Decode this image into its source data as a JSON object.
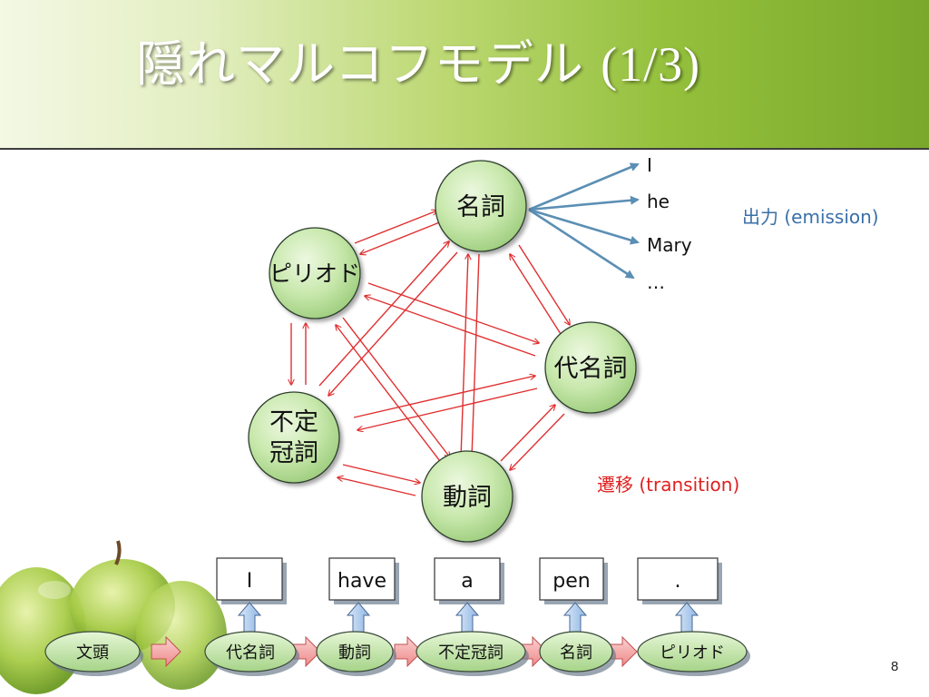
{
  "slide": {
    "title": "隠れマルコフモデル",
    "title_num": "(1/3)",
    "page_number": "8"
  },
  "colors": {
    "transition_arrow": "#e03030",
    "emission_arrow": "#5b8fb4",
    "emission_label": "#3a6fa8",
    "transition_label": "#e02020",
    "node_fill": "#c4e6a8",
    "word_arrow_fill": "#aac8ec",
    "chain_arrow_fill": "#f4a0a0"
  },
  "diagram": {
    "states": [
      {
        "id": "noun",
        "label": "名詞"
      },
      {
        "id": "period",
        "label": "ピリオド"
      },
      {
        "id": "pronoun",
        "label": "代名詞"
      },
      {
        "id": "article",
        "line1": "不定",
        "line2": "冠詞"
      },
      {
        "id": "verb",
        "label": "動詞"
      }
    ],
    "emissions": [
      "I",
      "he",
      "Mary",
      "…"
    ],
    "emission_label": "出力 (emission)",
    "transition_label": "遷移 (transition)"
  },
  "sequence": {
    "words": [
      "I",
      "have",
      "a",
      "pen",
      "."
    ],
    "tags": [
      "文頭",
      "代名詞",
      "動詞",
      "不定冠詞",
      "名詞",
      "ピリオド"
    ]
  }
}
